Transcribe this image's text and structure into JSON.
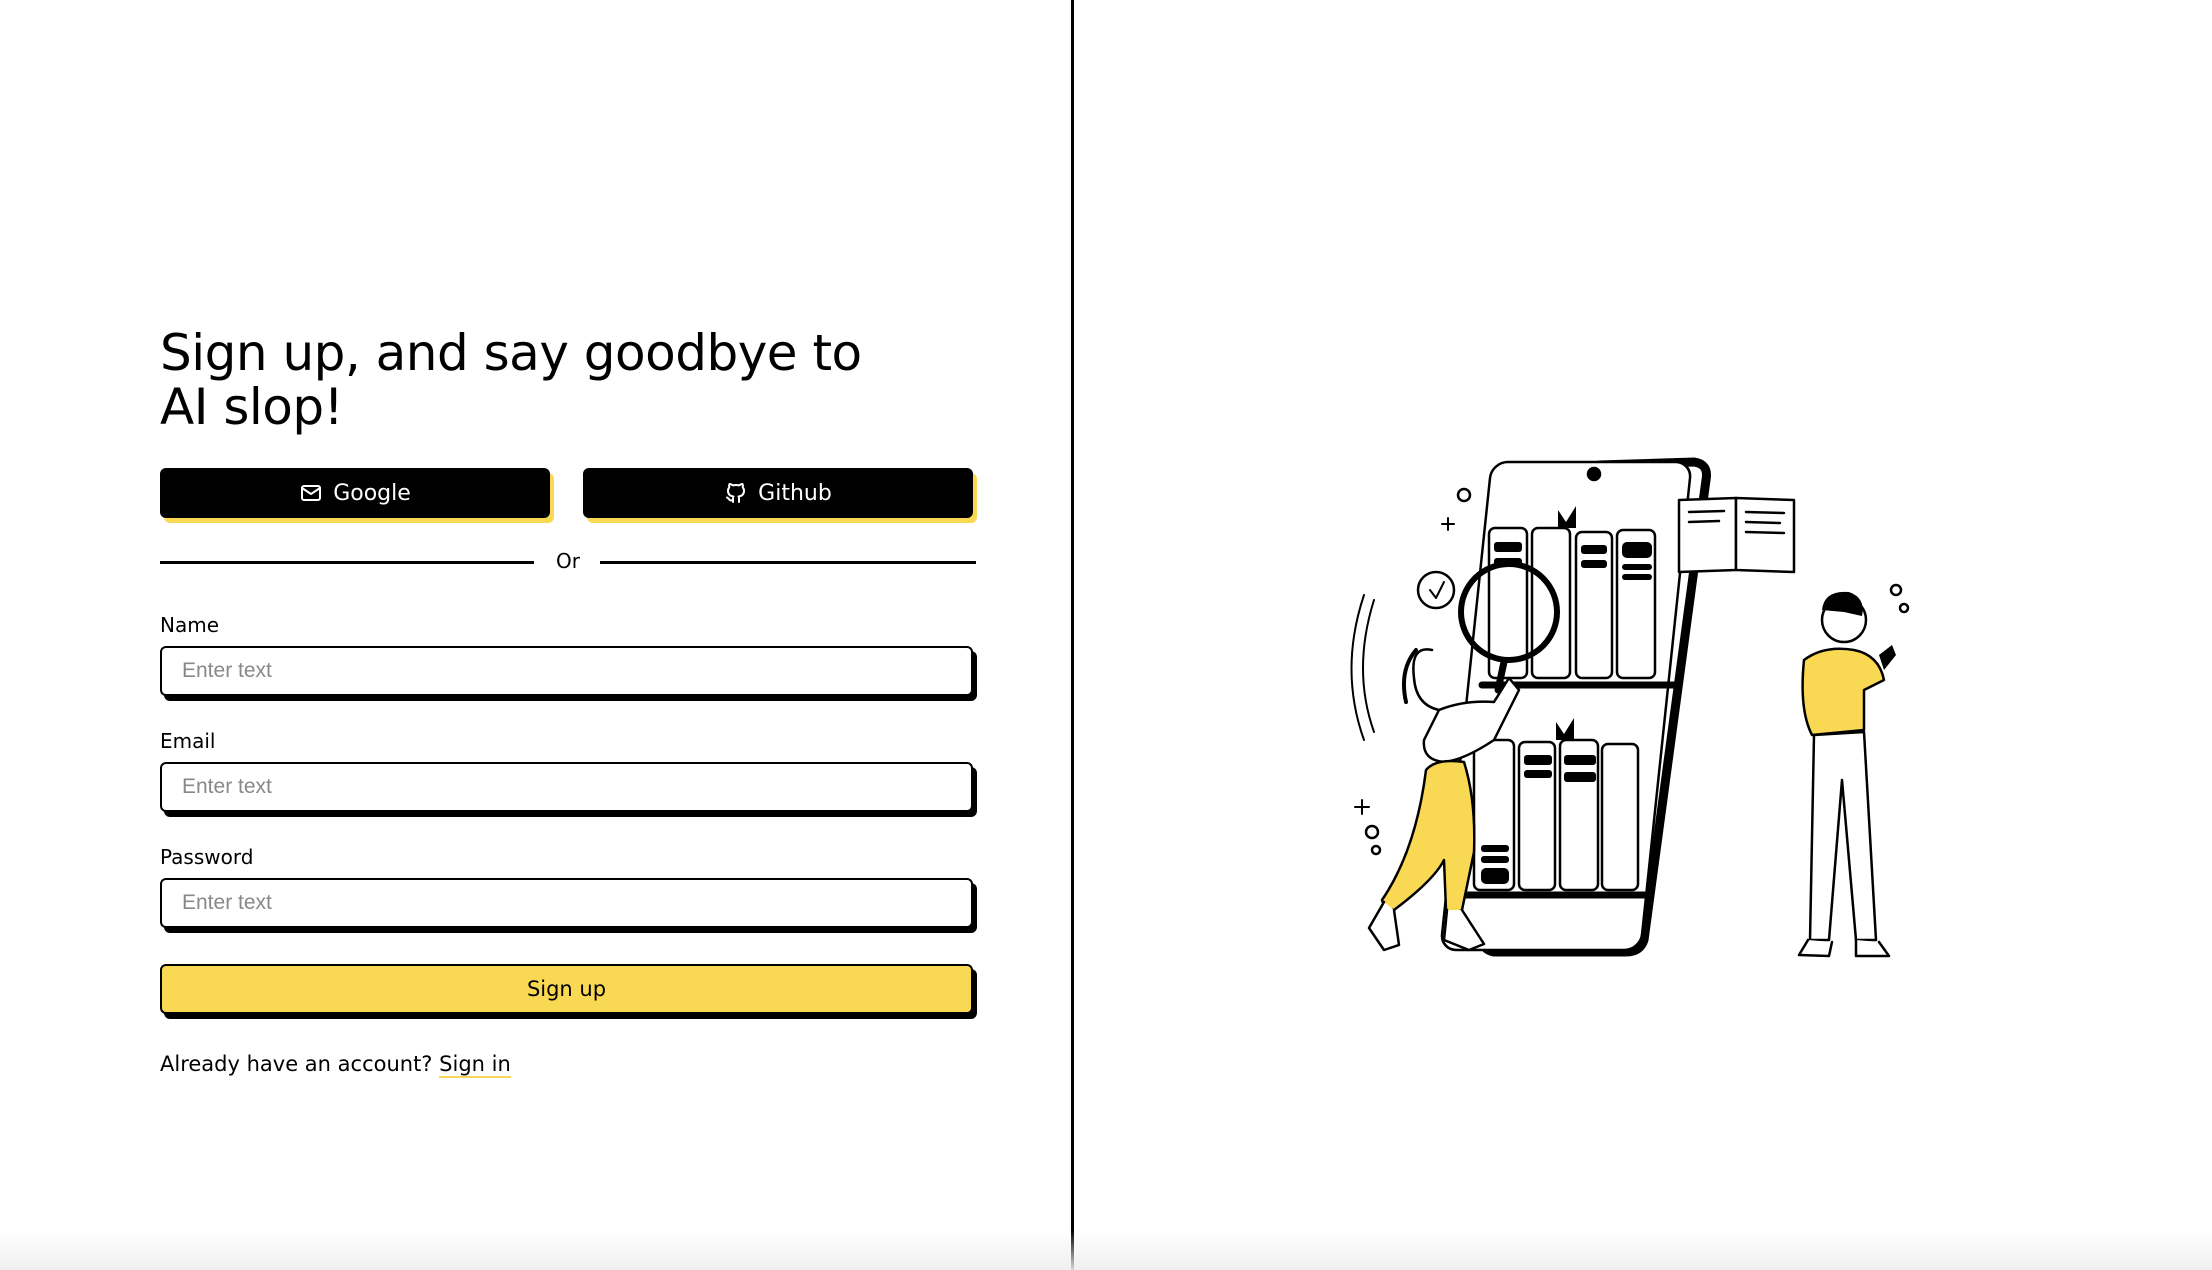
{
  "colors": {
    "accent": "#f9d953",
    "ink": "#000000",
    "background": "#ffffff",
    "placeholder": "#888888"
  },
  "header": {
    "title": "Sign up, and say goodbye to AI slop!"
  },
  "oauth": {
    "google": {
      "label": "Google",
      "icon": "mail-icon"
    },
    "github": {
      "label": "Github",
      "icon": "github-icon"
    }
  },
  "separator": {
    "text": "Or"
  },
  "form": {
    "name": {
      "label": "Name",
      "placeholder": "Enter text",
      "value": ""
    },
    "email": {
      "label": "Email",
      "placeholder": "Enter text",
      "value": ""
    },
    "password": {
      "label": "Password",
      "placeholder": "Enter text",
      "value": ""
    },
    "submit_label": "Sign up"
  },
  "footer": {
    "prompt": "Already have an account?",
    "link": "Sign in"
  },
  "illustration": {
    "icon": "library-illustration"
  }
}
